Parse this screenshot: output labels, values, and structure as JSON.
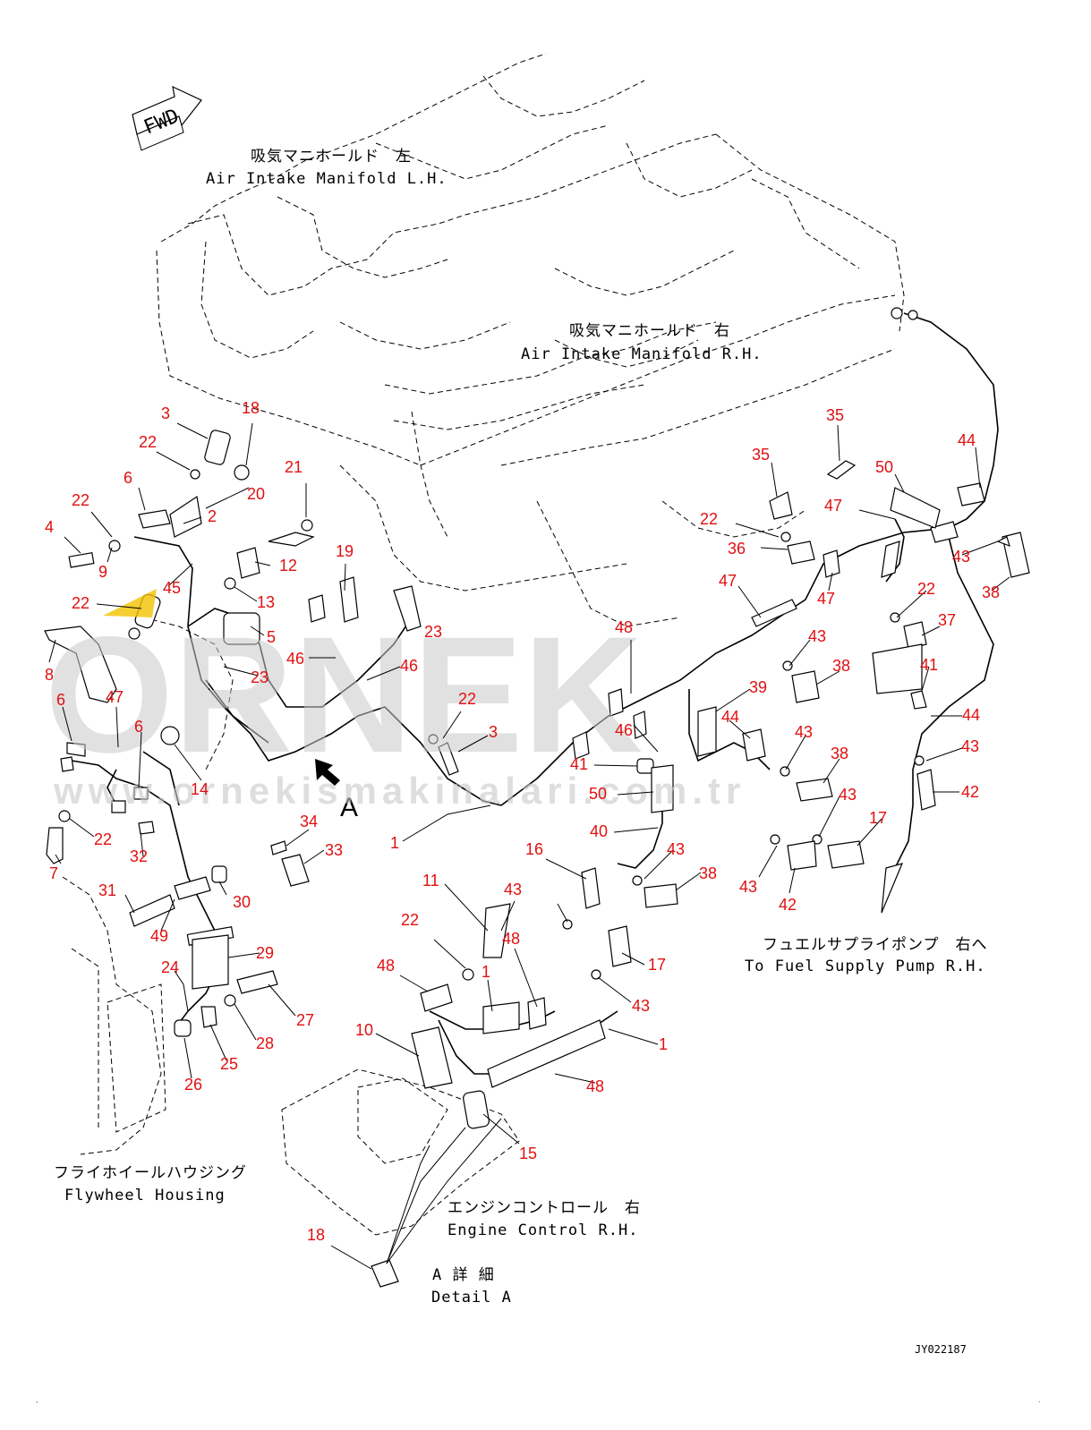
{
  "watermark": {
    "brand": "ORNEK",
    "url": "www.ornekismakinalari.com.tr",
    "accent_color": "#f2c200"
  },
  "direction_arrow": {
    "text": "FWD"
  },
  "labels": {
    "intake_lh_jp": "吸気マニホールド　左",
    "intake_lh_en": "Air Intake Manifold L.H.",
    "intake_rh_jp": "吸気マニホールド　右",
    "intake_rh_en": "Air Intake Manifold R.H.",
    "fuel_pump_jp": "フュエルサプライポンプ　右へ",
    "fuel_pump_en": "To Fuel Supply Pump R.H.",
    "flywheel_jp": "フライホイールハウジング",
    "flywheel_en": "Flywheel Housing",
    "engine_control_jp": "エンジンコントロール　右",
    "engine_control_en": "Engine Control R.H.",
    "detail_jp": "A 詳 細",
    "detail_en": "Detail A",
    "view_letter": "A",
    "drawing_code": "JY022187"
  },
  "callouts": [
    {
      "id": "c3a",
      "text": "3"
    },
    {
      "id": "c18a",
      "text": "18"
    },
    {
      "id": "c22a",
      "text": "22"
    },
    {
      "id": "c6a",
      "text": "6"
    },
    {
      "id": "c20",
      "text": "20"
    },
    {
      "id": "c21",
      "text": "21"
    },
    {
      "id": "c22b",
      "text": "22"
    },
    {
      "id": "c2",
      "text": "2"
    },
    {
      "id": "c4",
      "text": "4"
    },
    {
      "id": "c9",
      "text": "9"
    },
    {
      "id": "c12",
      "text": "12"
    },
    {
      "id": "c19",
      "text": "19"
    },
    {
      "id": "c45",
      "text": "45"
    },
    {
      "id": "c13",
      "text": "13"
    },
    {
      "id": "c22c",
      "text": "22"
    },
    {
      "id": "c5",
      "text": "5"
    },
    {
      "id": "c23a",
      "text": "23"
    },
    {
      "id": "c8",
      "text": "8"
    },
    {
      "id": "c46a",
      "text": "46"
    },
    {
      "id": "c23b",
      "text": "23"
    },
    {
      "id": "c46b",
      "text": "46"
    },
    {
      "id": "c6b",
      "text": "6"
    },
    {
      "id": "c47a",
      "text": "47"
    },
    {
      "id": "c6c",
      "text": "6"
    },
    {
      "id": "c22d",
      "text": "22"
    },
    {
      "id": "c3b",
      "text": "3"
    },
    {
      "id": "c14",
      "text": "14"
    },
    {
      "id": "c22e",
      "text": "22"
    },
    {
      "id": "c7",
      "text": "7"
    },
    {
      "id": "c34",
      "text": "34"
    },
    {
      "id": "c33",
      "text": "33"
    },
    {
      "id": "c32",
      "text": "32"
    },
    {
      "id": "c1a",
      "text": "1"
    },
    {
      "id": "c30",
      "text": "30"
    },
    {
      "id": "c31",
      "text": "31"
    },
    {
      "id": "c49",
      "text": "49"
    },
    {
      "id": "c29",
      "text": "29"
    },
    {
      "id": "c24",
      "text": "24"
    },
    {
      "id": "c27",
      "text": "27"
    },
    {
      "id": "c28",
      "text": "28"
    },
    {
      "id": "c25",
      "text": "25"
    },
    {
      "id": "c26",
      "text": "26"
    },
    {
      "id": "c35a",
      "text": "35"
    },
    {
      "id": "c35b",
      "text": "35"
    },
    {
      "id": "c44a",
      "text": "44"
    },
    {
      "id": "c50a",
      "text": "50"
    },
    {
      "id": "c47b",
      "text": "47"
    },
    {
      "id": "c22f",
      "text": "22"
    },
    {
      "id": "c36",
      "text": "36"
    },
    {
      "id": "c43a",
      "text": "43"
    },
    {
      "id": "c38a",
      "text": "38"
    },
    {
      "id": "c47c",
      "text": "47"
    },
    {
      "id": "c47d",
      "text": "47"
    },
    {
      "id": "c22g",
      "text": "22"
    },
    {
      "id": "c37",
      "text": "37"
    },
    {
      "id": "c48a",
      "text": "48"
    },
    {
      "id": "c43b",
      "text": "43"
    },
    {
      "id": "c38b",
      "text": "38"
    },
    {
      "id": "c41a",
      "text": "41"
    },
    {
      "id": "c39",
      "text": "39"
    },
    {
      "id": "c44b",
      "text": "44"
    },
    {
      "id": "c44c",
      "text": "44"
    },
    {
      "id": "c43c",
      "text": "43"
    },
    {
      "id": "c46c",
      "text": "46"
    },
    {
      "id": "c43d",
      "text": "43"
    },
    {
      "id": "c38c",
      "text": "38"
    },
    {
      "id": "c42a",
      "text": "42"
    },
    {
      "id": "c41b",
      "text": "41"
    },
    {
      "id": "c50b",
      "text": "50"
    },
    {
      "id": "c43e",
      "text": "43"
    },
    {
      "id": "c17a",
      "text": "17"
    },
    {
      "id": "c40",
      "text": "40"
    },
    {
      "id": "c43f",
      "text": "43"
    },
    {
      "id": "c38d",
      "text": "38"
    },
    {
      "id": "c43g",
      "text": "43"
    },
    {
      "id": "c42b",
      "text": "42"
    },
    {
      "id": "c16",
      "text": "16"
    },
    {
      "id": "c11",
      "text": "11"
    },
    {
      "id": "c43h",
      "text": "43"
    },
    {
      "id": "c22h",
      "text": "22"
    },
    {
      "id": "c48b",
      "text": "48"
    },
    {
      "id": "c1b",
      "text": "1"
    },
    {
      "id": "c48c",
      "text": "48"
    },
    {
      "id": "c17b",
      "text": "17"
    },
    {
      "id": "c43i",
      "text": "43"
    },
    {
      "id": "c10",
      "text": "10"
    },
    {
      "id": "c1c",
      "text": "1"
    },
    {
      "id": "c48d",
      "text": "48"
    },
    {
      "id": "c15",
      "text": "15"
    },
    {
      "id": "c18b",
      "text": "18"
    }
  ]
}
